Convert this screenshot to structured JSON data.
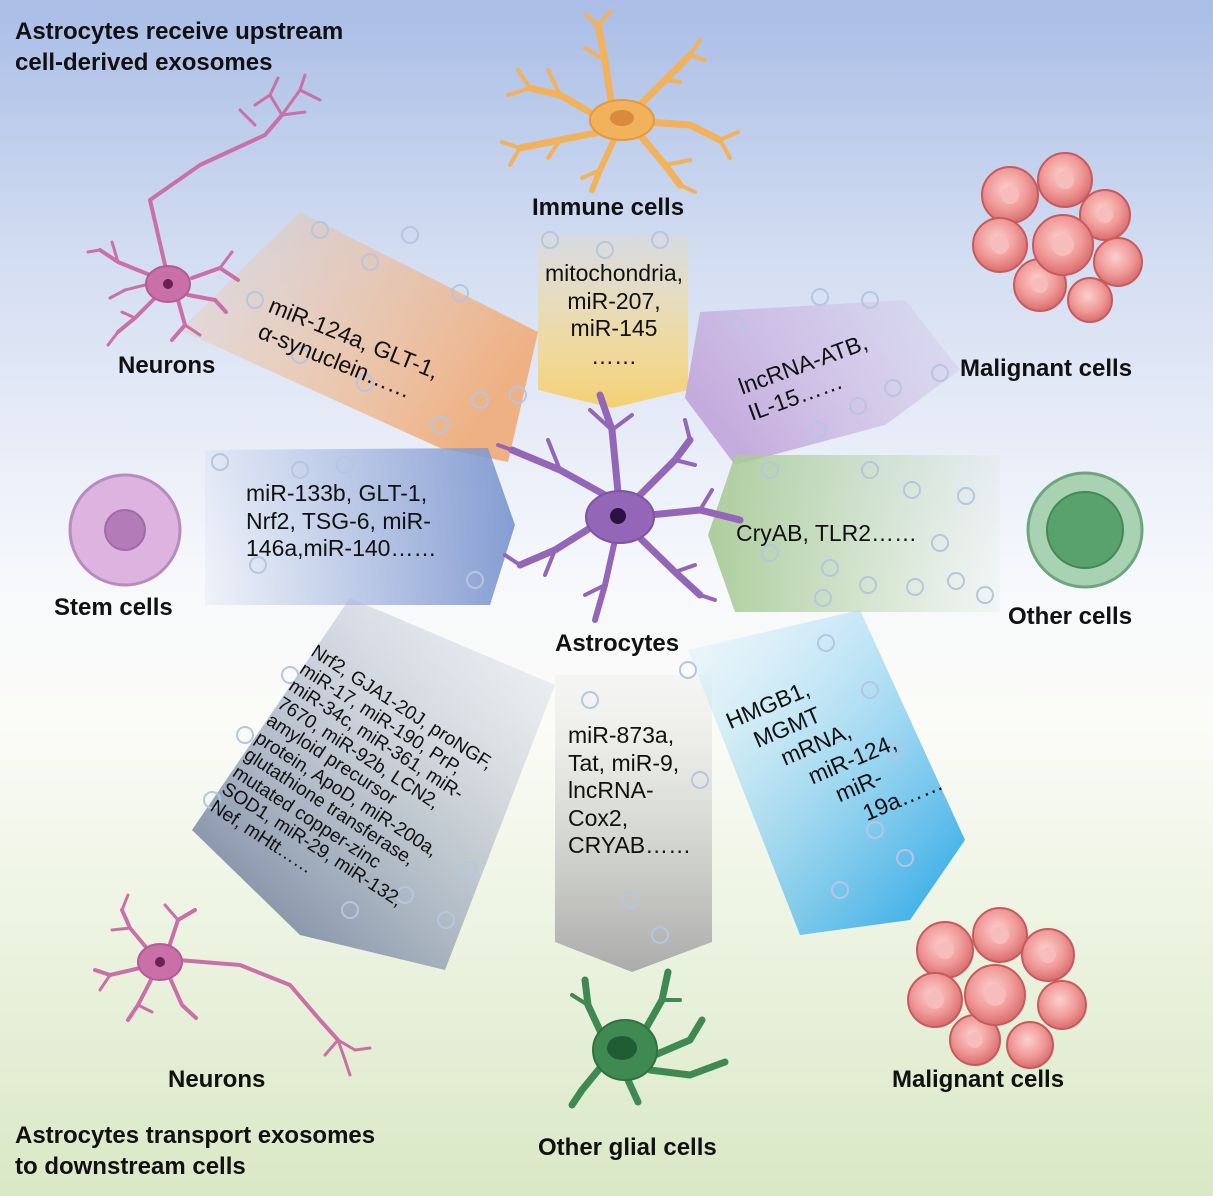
{
  "header_top": [
    "Astrocytes receive upstream",
    "cell-derived exosomes"
  ],
  "header_bottom": [
    "Astrocytes transport exosomes",
    "to downstream cells"
  ],
  "center_label": "Astrocytes",
  "cells": {
    "neurons_top": "Neurons",
    "immune": "Immune cells",
    "malignant_top": "Malignant  cells",
    "stem": "Stem cells",
    "other_cells": "Other  cells",
    "neurons_bottom": "Neurons",
    "other_glial": "Other glial cells",
    "malignant_bottom": "Malignant  cells"
  },
  "cargo": {
    "immune": [
      "mitochondria,",
      "miR-207,",
      "miR-145",
      "……"
    ],
    "neurons_top": [
      "miR-124a, GLT-1,",
      "α-synuclein……"
    ],
    "malignant_top": [
      "lncRNA-ATB,",
      "IL-15……"
    ],
    "stem": [
      "miR-133b, GLT-1,",
      "Nrf2, TSG-6, miR-",
      "146a,miR-140……"
    ],
    "other_cells": [
      "CryAB, TLR2……"
    ],
    "neurons_bottom": [
      "Nrf2, GJA1-20J, proNGF,",
      "miR-17, miR-190, PrP,",
      "miR-34c, miR-361, miR-",
      "7670, miR-92b, LCN2,",
      "amyloid precursor",
      "protein, ApoD, miR-200a,",
      "glutathione transferase,",
      "mutated copper-zinc",
      "SOD1, miR-29, miR-132,",
      "Nef, mHtt……"
    ],
    "other_glial": [
      "miR-873a,",
      "Tat, miR-9,",
      "lncRNA-",
      "Cox2,",
      "CRYAB……"
    ],
    "malignant_bottom": [
      "HMGB1,",
      "MGMT",
      "mRNA,",
      "miR-124,",
      "miR-",
      "19a……"
    ]
  },
  "colors": {
    "neuron": "#c970a8",
    "immune_cell": "#f2b25c",
    "astrocyte": "#9466b8",
    "stem_cell": "#d7a6db",
    "other_cell": "#8fc49c",
    "glial_cell": "#3e8a52",
    "malignant_cell": "#ec8a8a",
    "arrow_orange": "#f2c097",
    "arrow_yellow": "#f8d986",
    "arrow_purple": "#cbb3e0",
    "arrow_blue": "#8ea6d6",
    "arrow_green": "#b5d3a4",
    "arrow_navy": "#6d7e9e",
    "arrow_gray": "#b8b8b8",
    "arrow_cyan": "#3fb3ec"
  },
  "icons": [
    "neuron-icon",
    "immune-cell-icon",
    "malignant-cell-cluster-icon",
    "stem-cell-icon",
    "astrocyte-icon",
    "other-cell-icon",
    "glial-cell-icon",
    "exosome-vesicle-icon"
  ]
}
